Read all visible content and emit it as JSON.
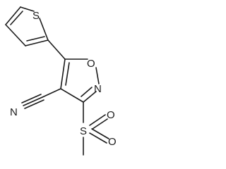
{
  "molecule": {
    "atoms": {
      "thiophene_s": "S",
      "isoxazole_o": "O",
      "isoxazole_n": "N",
      "nitrile_n": "N",
      "sulfonyl_s": "S",
      "sulfonyl_o_top": "O",
      "sulfonyl_o_right": "O"
    }
  }
}
